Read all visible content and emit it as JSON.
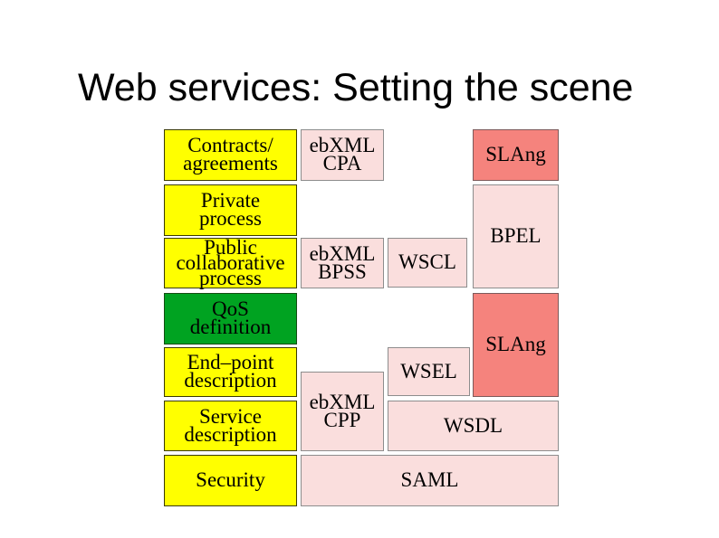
{
  "slide": {
    "title": "Web services: Setting the scene"
  },
  "colors": {
    "background": "#ffffff",
    "text": "#000000",
    "concept_fill": "#ffff00",
    "qos_fill": "#00a321",
    "standard_fill": "#fadedd",
    "slang_fill": "#f5837d"
  },
  "boxes": {
    "contracts": {
      "label": "Contracts/\nagreements"
    },
    "private": {
      "label": "Private\nprocess"
    },
    "public": {
      "label": "Public\ncollaborative\nprocess"
    },
    "qos": {
      "label": "QoS\ndefinition"
    },
    "endpoint": {
      "label": "End–point\ndescription"
    },
    "service": {
      "label": "Service\ndescription"
    },
    "security": {
      "label": "Security"
    },
    "cpa": {
      "label": "ebXML\nCPA"
    },
    "slang_top": {
      "label": "SLAng"
    },
    "bpel": {
      "label": "BPEL"
    },
    "bpss": {
      "label": "ebXML\nBPSS"
    },
    "wscl": {
      "label": "WSCL"
    },
    "slang_mid": {
      "label": "SLAng"
    },
    "wsel": {
      "label": "WSEL"
    },
    "cpp": {
      "label": "ebXML\nCPP"
    },
    "wsdl": {
      "label": "WSDL"
    },
    "saml": {
      "label": "SAML"
    }
  }
}
